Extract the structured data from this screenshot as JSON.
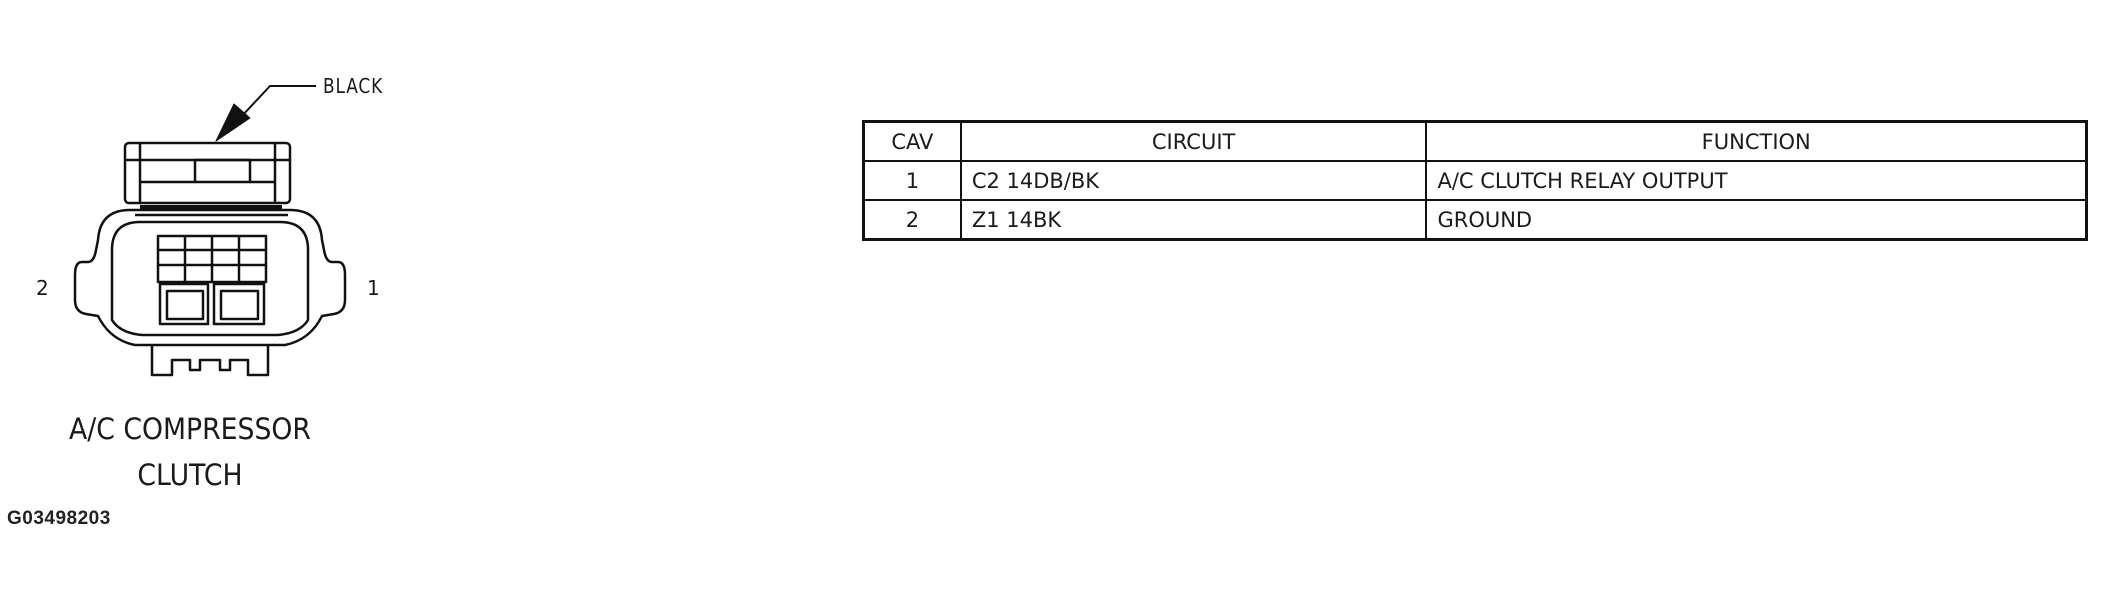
{
  "connector": {
    "color_label": "BLACK",
    "pin_left": "2",
    "pin_right": "1",
    "caption_line1": "A/C COMPRESSOR",
    "caption_line2": "CLUTCH",
    "figure_id": "G03498203"
  },
  "table": {
    "headers": {
      "cav": "CAV",
      "circuit": "CIRCUIT",
      "function": "FUNCTION"
    },
    "rows": [
      {
        "cav": "1",
        "circuit": "C2 14DB/BK",
        "function": "A/C CLUTCH RELAY OUTPUT"
      },
      {
        "cav": "2",
        "circuit": "Z1 14BK",
        "function": "GROUND"
      }
    ]
  }
}
